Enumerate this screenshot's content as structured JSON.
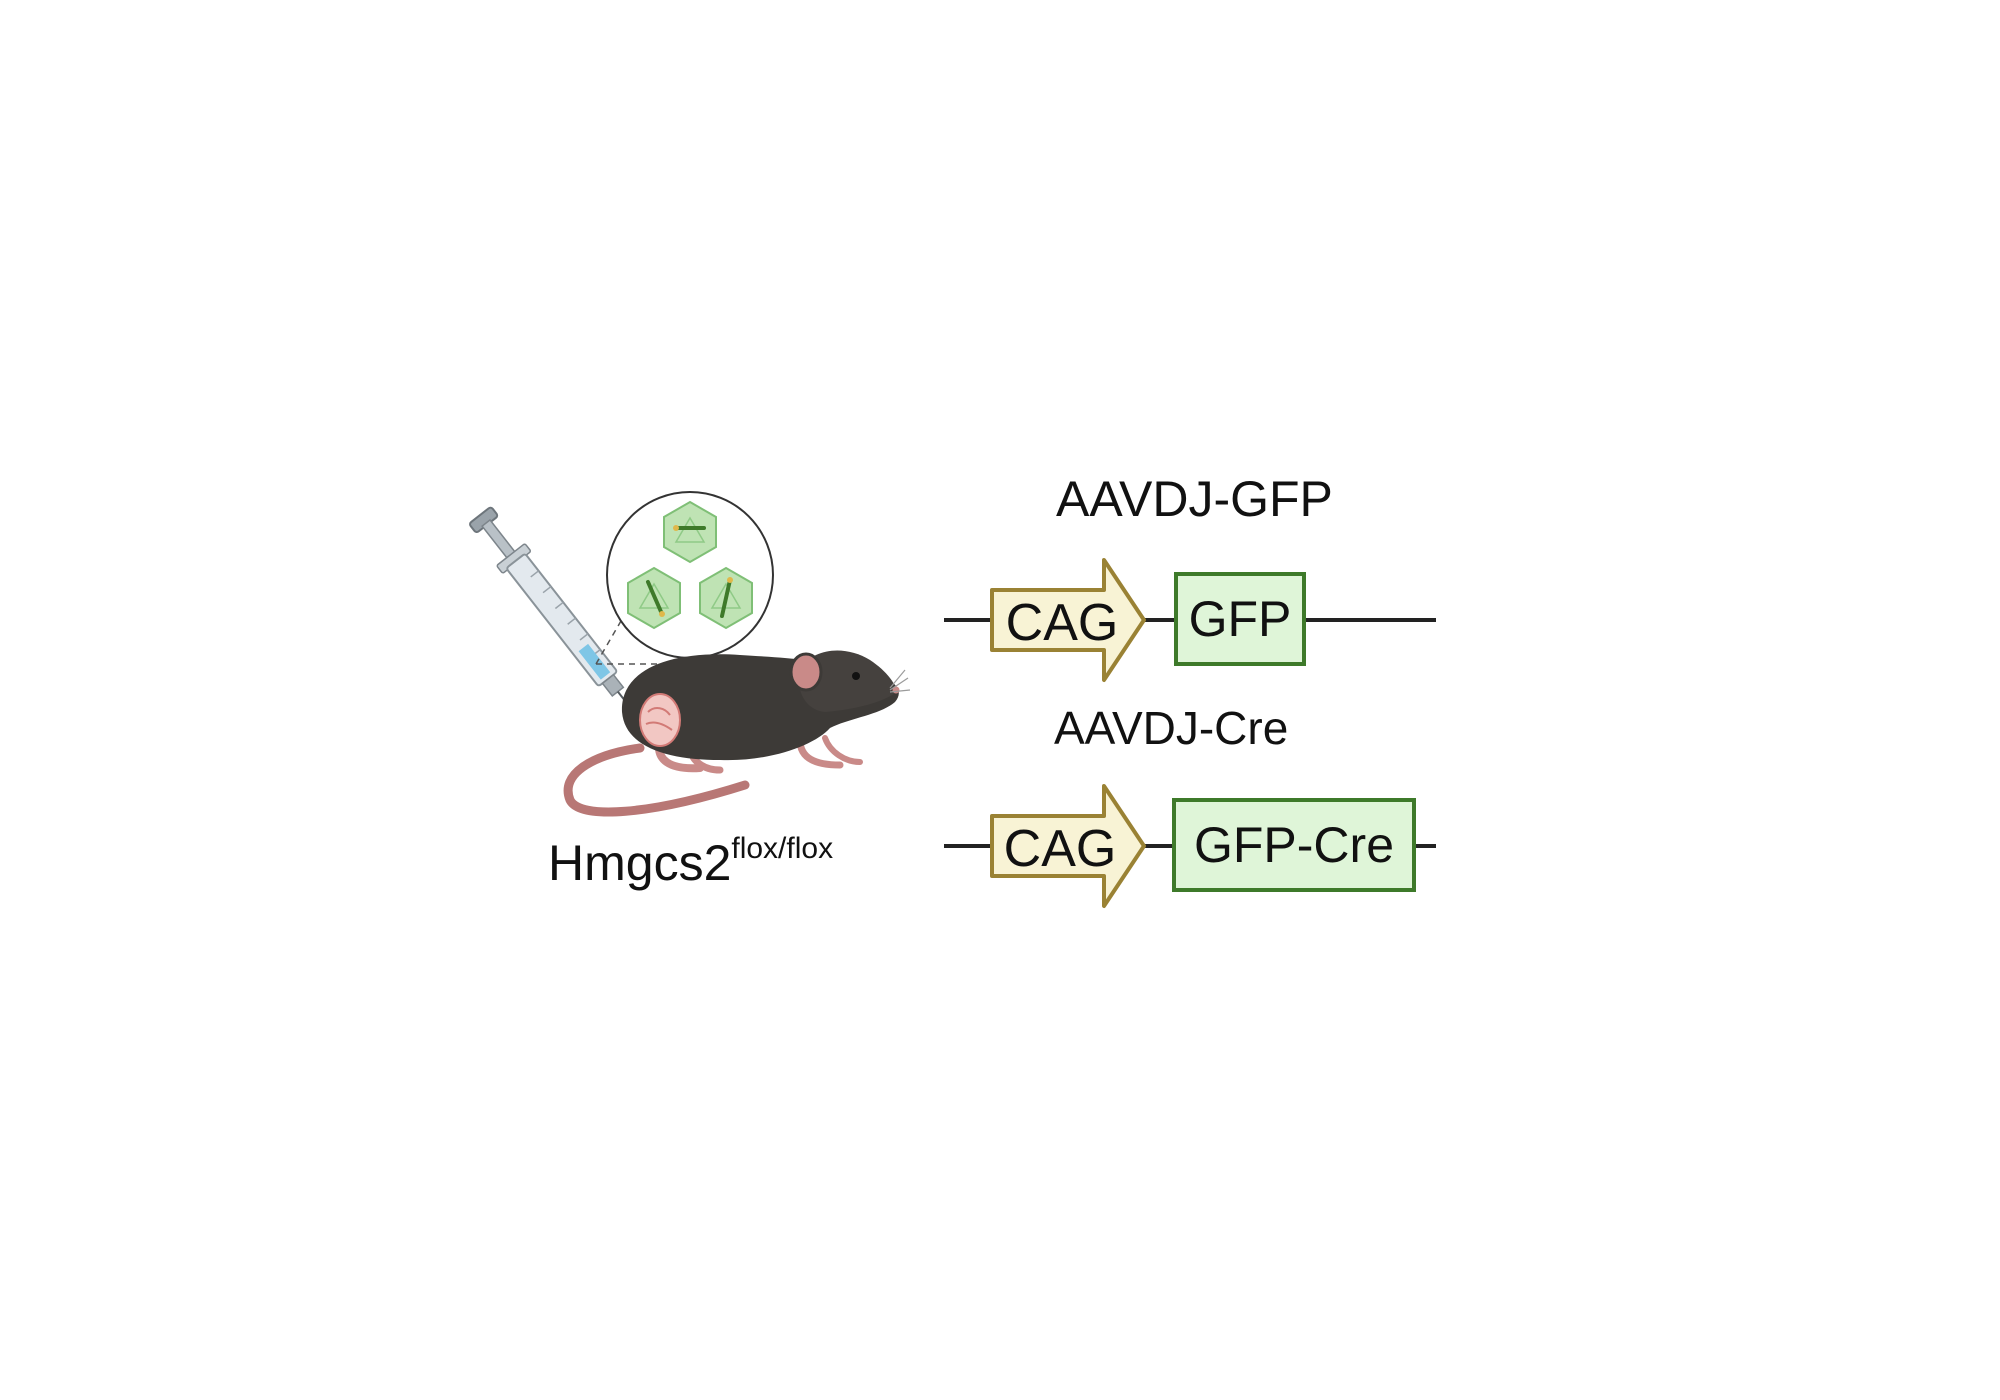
{
  "mouse": {
    "label_main": "Hmgcs2",
    "label_superscript": "flox/flox",
    "body_color": "#3d3a37",
    "skin_color": "#c98a88",
    "tail_color": "#b87775"
  },
  "syringe": {
    "barrel_color": "#dfe5ea",
    "liquid_color": "#7ec6e6"
  },
  "virus_inset": {
    "capsid_color": "#bfe3b4",
    "capsid_stroke": "#7fbf76"
  },
  "constructs": [
    {
      "title": "AAVDJ-GFP",
      "promoter": "CAG",
      "gene": "GFP"
    },
    {
      "title": "AAVDJ-Cre",
      "promoter": "CAG",
      "gene": "GFP-Cre"
    }
  ],
  "colors": {
    "promoter_fill": "#f8f3d5",
    "promoter_stroke": "#9a8234",
    "gene_fill": "#dff5d8",
    "gene_stroke": "#3e7a2a",
    "dna_line": "#222222"
  }
}
